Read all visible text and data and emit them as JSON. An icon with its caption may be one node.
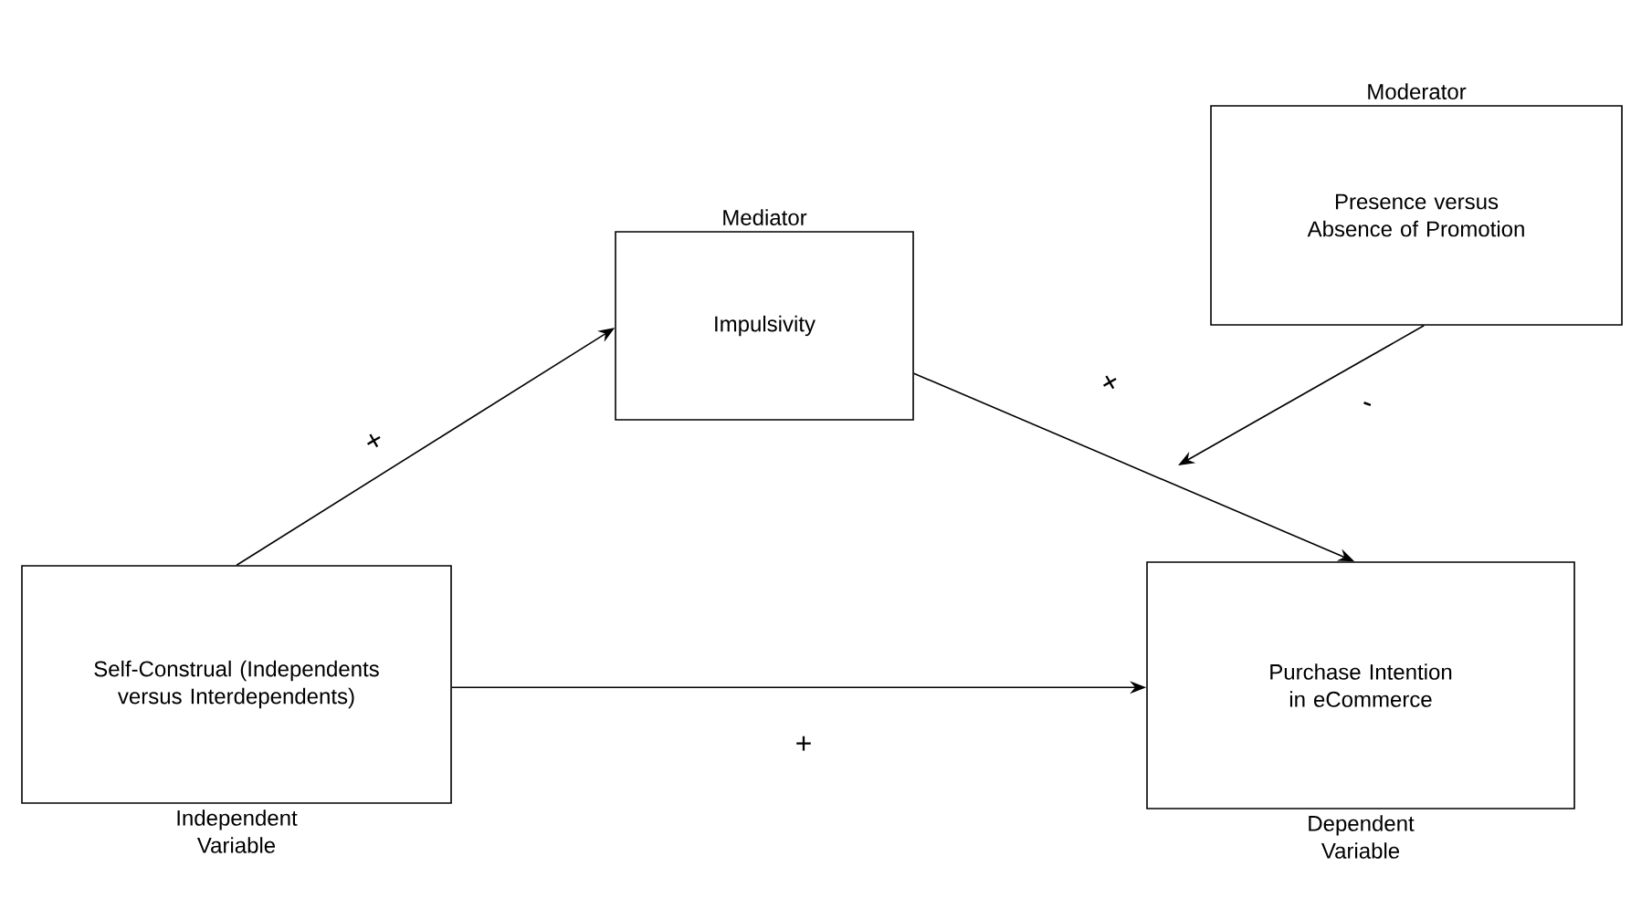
{
  "diagram": {
    "nodes": [
      {
        "text": [
          "Self-Construal (Independents versus Interdependents)"
        ],
        "beside": [
          "Independent Variable"
        ]
      },
      {
        "text": [
          "Mediator",
          "Impulsivity"
        ]
      },
      {
        "text": [
          "Moderator",
          "Presence versus Absence of Promotion"
        ]
      },
      {
        "text": [
          "Purchase Intention in eCommerce"
        ],
        "beside": [
          "Dependent Variable"
        ]
      }
    ],
    "edges": [
      {
        "from": 0,
        "to": 1,
        "arrow": "to",
        "label": "+"
      },
      {
        "from": 0,
        "to": 3,
        "arrow": "to",
        "label": "+"
      },
      {
        "from": 1,
        "to": 3,
        "arrow": "to",
        "label": "+"
      },
      {
        "from": 2,
        "to": null,
        "arrow": "to",
        "label": "-"
      }
    ]
  }
}
